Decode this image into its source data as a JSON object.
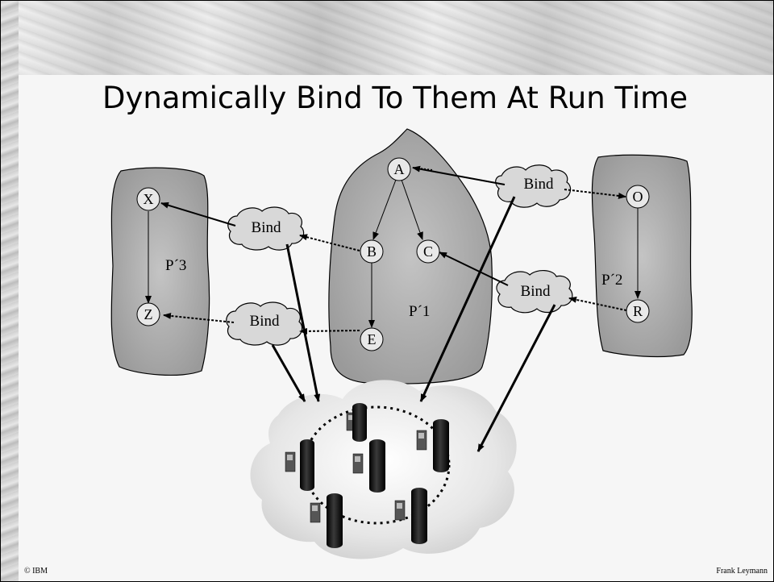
{
  "title": "Dynamically Bind To Them At Run Time",
  "footer": {
    "left": "© IBM",
    "right": "Frank Leymann"
  },
  "processes": {
    "p1": {
      "label": "P´1",
      "nodes": [
        "A",
        "B",
        "C",
        "E"
      ]
    },
    "p2": {
      "label": "P´2",
      "nodes": [
        "O",
        "R"
      ]
    },
    "p3": {
      "label": "P´3",
      "nodes": [
        "X",
        "Z"
      ]
    }
  },
  "bind_label": "Bind",
  "colors": {
    "region": "#a8a8a8",
    "node_fill": "#e8e8e8",
    "arrow": "#000000",
    "server": "#111111"
  }
}
